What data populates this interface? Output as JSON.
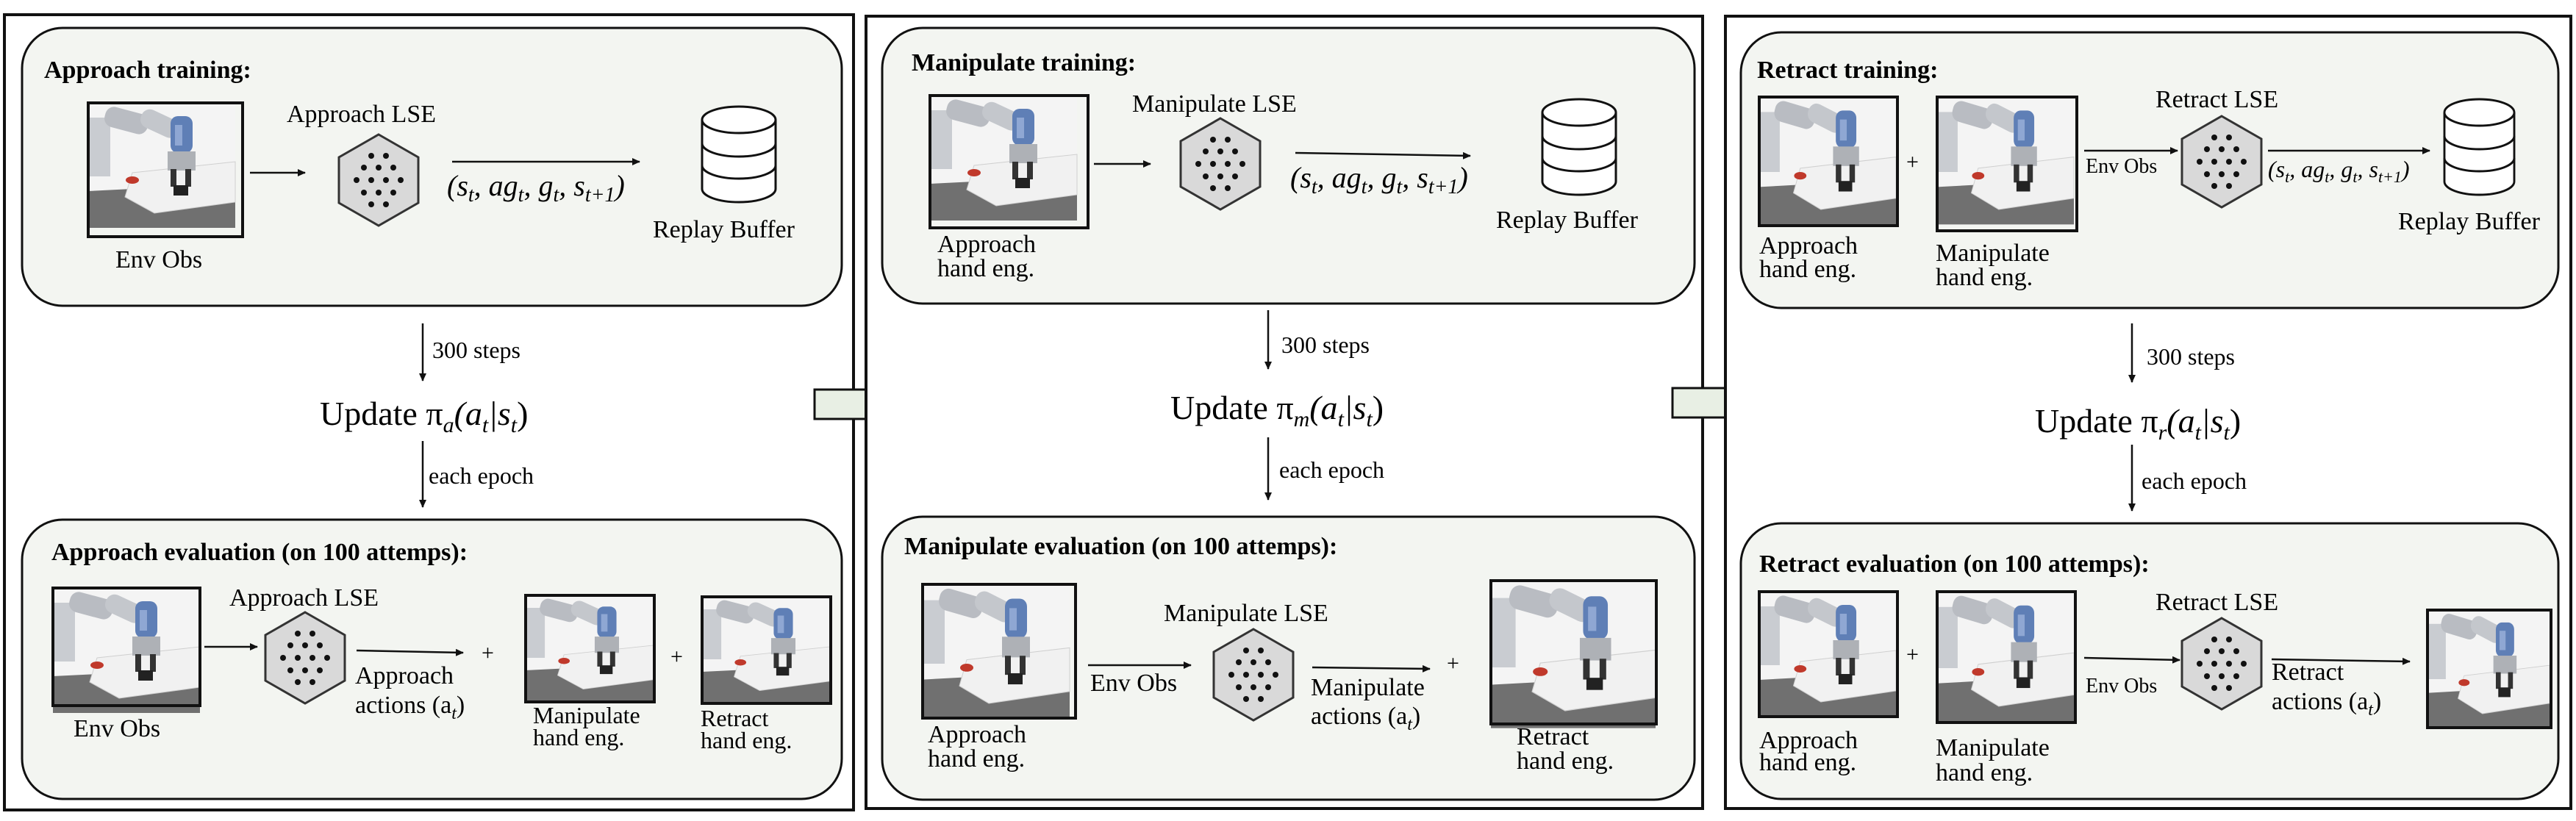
{
  "colors": {
    "frame": "#111111",
    "box_fill": "#f3f5f1",
    "arrow_fill": "#e8efe4",
    "hex_fill": "#d8d8d8",
    "dot": "#111111",
    "floor": "#6c6c6c",
    "table": "#f2f2f2",
    "robot_gray": "#b9bcc2",
    "robot_blue": "#5f7fb6"
  },
  "panels": [
    {
      "training_title": "Approach training:",
      "training_lse": "Approach LSE",
      "training_obs_labels": [
        "Env Obs"
      ],
      "training_tuple": "(s",
      "tuple_pieces": [
        "(s",
        "t",
        ", ag",
        "t",
        ", g",
        "t",
        ", s",
        "t+1",
        ")"
      ],
      "replay_label": "Replay Buffer",
      "steps_label": "300 steps",
      "update_prefix": "Update π",
      "update_sub": "a",
      "update_suffix": "(a",
      "update_rest": "|s",
      "update_end": ")",
      "epoch_label": "each epoch",
      "eval_title": "Approach evaluation (on 100 attemps):",
      "eval_lse": "Approach LSE",
      "eval_obs": "Env Obs",
      "eval_actions_line1": "Approach",
      "eval_actions_line2": "actions (a",
      "eval_hand1_line1": "Manipulate",
      "eval_hand1_line2": "hand eng.",
      "eval_hand2_line1": "Retract",
      "eval_hand2_line2": "hand eng.",
      "plus": "+"
    },
    {
      "training_title": "Manipulate training:",
      "training_lse": "Manipulate LSE",
      "training_obs_line1": "Approach",
      "training_obs_line2": "hand eng.",
      "replay_label": "Replay Buffer",
      "steps_label": "300 steps",
      "update_sub": "m",
      "epoch_label": "each epoch",
      "eval_title": "Manipulate evaluation (on 100 attemps):",
      "eval_lse": "Manipulate LSE",
      "eval_obs": "Env Obs",
      "eval_in_line1": "Approach",
      "eval_in_line2": "hand eng.",
      "eval_actions_line1": "Manipulate",
      "eval_actions_line2": "actions (a",
      "eval_hand_line1": "Retract",
      "eval_hand_line2": "hand eng.",
      "plus": "+"
    },
    {
      "training_title": "Retract training:",
      "training_lse": "Retract LSE",
      "training_in1_line1": "Approach",
      "training_in1_line2": "hand eng.",
      "training_in2_line1": "Manipulate",
      "training_in2_line2": "hand eng.",
      "training_obs": "Env Obs",
      "replay_label": "Replay Buffer",
      "steps_label": "300 steps",
      "update_sub": "r",
      "epoch_label": "each epoch",
      "eval_title": "Retract evaluation (on 100 attemps):",
      "eval_lse": "Retract LSE",
      "eval_obs": "Env Obs",
      "eval_in1_line1": "Approach",
      "eval_in1_line2": "hand eng.",
      "eval_in2_line1": "Manipulate",
      "eval_in2_line2": "hand eng.",
      "eval_actions_line1": "Retract",
      "eval_actions_line2": "actions (a",
      "plus": "+"
    }
  ],
  "math": {
    "t": "t",
    "tp1": "t+1",
    "close": ")",
    "a": "a"
  }
}
